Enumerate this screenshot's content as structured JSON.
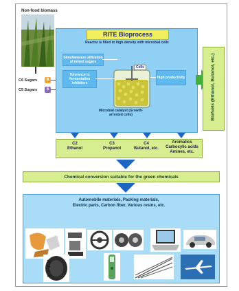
{
  "biomass_label": "Non-food biomass",
  "c6_label": "C6 Sugars",
  "c6_badge": "6",
  "c5_label": "C5 Sugars",
  "c5_badge": "5",
  "title": "RITE Bioprocess",
  "subtitle": "Reactor is filled to high density with microbial cells",
  "feature_simultaneous": "Simultaneous utilization of mixed sugars",
  "feature_tolerance": "Tolerance to fermentation inhibitors",
  "feature_productivity": "High productivity",
  "cells_label": "Microbial catalyst (Growth-arrested cells)",
  "reactor_badge": "Cells",
  "biofuels_label": "Biofuels (Ethanol, Butanol, etc.)",
  "products": [
    {
      "name": "C2",
      "desc": "Ethanol"
    },
    {
      "name": "C3",
      "desc": "Propanol"
    },
    {
      "name": "C4",
      "desc": "Butanol, etc."
    },
    {
      "name": "Aromatics",
      "desc": "Carboxylic acids Amines, etc."
    }
  ],
  "chemical_conversion": "Chemical conversion suitable for the green chemicals",
  "materials_text": "Automobile materials, Packing materials, Electric parts, Carbon fiber, Various resins, etc.",
  "colors": {
    "green_fill": "#d7ee90",
    "blue_fill": "#a9dcf6",
    "title_fill": "#f1ef5e",
    "arrow": "#1d65c2",
    "biofuels_arrow": "#3fae3a"
  }
}
